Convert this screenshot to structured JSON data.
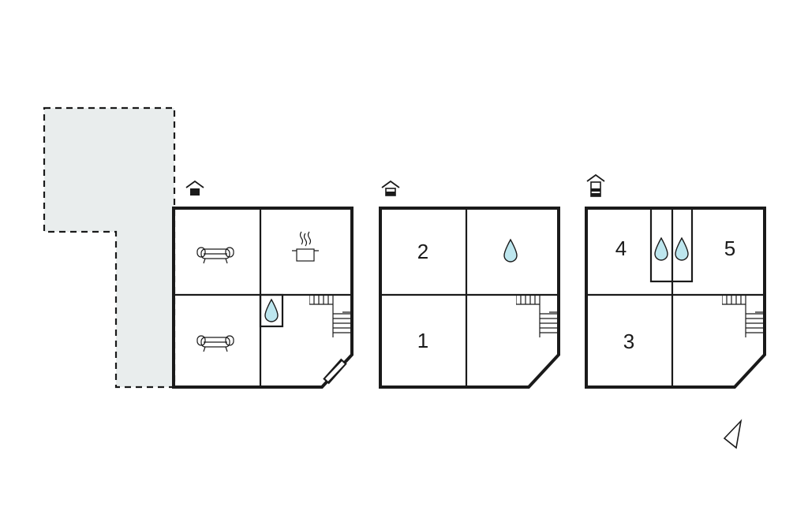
{
  "colors": {
    "wall": "#1a1a1a",
    "terrace_fill": "#e9eded",
    "water_drop": "#bde6ee",
    "background": "#ffffff"
  },
  "floors": [
    {
      "level_icon": "house-ground-floor-icon",
      "room_labels": [],
      "features": [
        "sofa-icon",
        "cooking-pot-icon",
        "sofa-icon",
        "water-drop-icon",
        "staircase-icon",
        "door-icon"
      ],
      "has_terrace": true
    },
    {
      "level_icon": "house-first-floor-icon",
      "room_labels": [
        "2",
        "1"
      ],
      "features": [
        "water-drop-icon",
        "staircase-icon"
      ],
      "has_terrace": false
    },
    {
      "level_icon": "house-second-floor-icon",
      "room_labels": [
        "4",
        "5",
        "3"
      ],
      "features": [
        "water-drop-icon",
        "water-drop-icon",
        "staircase-icon"
      ],
      "has_terrace": false
    }
  ],
  "north_arrow_icon": "north-arrow-icon"
}
